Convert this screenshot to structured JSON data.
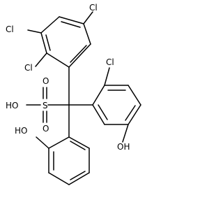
{
  "labels": {
    "cl_top": "Cl",
    "cl_upper_left": "Cl",
    "cl_left": "Cl",
    "cl_right": "Cl",
    "oh_left": "HO",
    "oh_lower_left": "HO",
    "oh_right": "OH",
    "s": "S",
    "o_top": "O",
    "o_bottom": "O"
  },
  "colors": {
    "bond": "#000000",
    "text": "#000000",
    "background": "#ffffff"
  }
}
